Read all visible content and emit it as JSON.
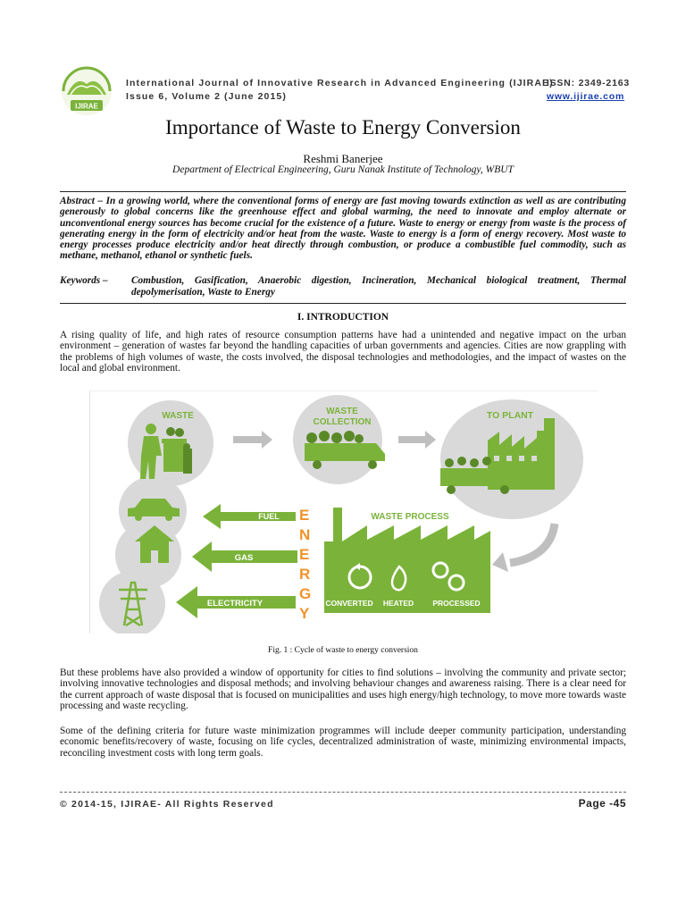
{
  "header": {
    "logo_text": "IJIRAE",
    "journal_name": "International Journal of Innovative Research in Advanced Engineering (IJIRAE)",
    "issue": "Issue 6, Volume 2 (June 2015)",
    "issn": "ISSN: 2349-2163",
    "website": "www.ijirae.com"
  },
  "paper": {
    "title": "Importance of Waste to Energy Conversion",
    "author": "Reshmi Banerjee",
    "affiliation": "Department of Electrical Engineering, Guru Nanak Institute of Technology, WBUT",
    "abstract": "Abstract – In a growing world, where the conventional forms of energy are fast moving towards extinction as well as are contributing generously to global concerns like the greenhouse effect and global warming, the need to innovate and employ alternate or unconventional energy sources has become crucial for the existence of a future. Waste to energy or energy from waste is the process of generating energy in the form of electricity and/or heat from the waste. Waste to energy is a form of energy recovery. Most waste to energy processes produce electricity and/or heat directly through combustion, or produce a combustible fuel commodity, such as methane, methanol, ethanol or synthetic fuels.",
    "keywords_label": "Keywords –",
    "keywords": "Combustion, Gasification, Anaerobic digestion, Incineration, Mechanical biological treatment, Thermal depolymerisation, Waste to Energy"
  },
  "section1": {
    "heading": "I. INTRODUCTION",
    "para1": "A rising quality of life, and high rates of resource consumption patterns have had a unintended and negative impact on the urban environment – generation of wastes far beyond the handling capacities of urban governments and agencies. Cities are now grappling with the problems of high volumes of waste, the costs involved, the disposal technologies and methodologies, and the impact of wastes on the local and global environment.",
    "para2": "But these problems have also provided a window of opportunity for cities to find solutions – involving the community and private sector; involving innovative technologies and disposal methods; and involving behaviour changes and awareness raising. There is a clear need for the current approach of waste disposal that is focused on municipalities and uses high energy/high technology, to move more towards waste processing and waste recycling.",
    "para3": "Some of the defining criteria for future waste minimization programmes will include deeper community participation, understanding economic benefits/recovery of waste, focusing on life cycles, decentralized administration of waste, minimizing environmental impacts, reconciling investment costs with long term goals."
  },
  "figure": {
    "caption": "Fig. 1 : Cycle of waste to energy conversion",
    "labels": {
      "waste": "WASTE",
      "collection_1": "WASTE",
      "collection_2": "COLLECTION",
      "to_plant": "TO PLANT",
      "waste_process": "WASTE PROCESS",
      "fuel": "FUEL",
      "gas": "GAS",
      "electricity": "ELECTRICITY",
      "energy_letters": [
        "E",
        "N",
        "E",
        "R",
        "G",
        "Y"
      ],
      "converted": "CONVERTED",
      "heated": "HEATED",
      "processed": "PROCESSED"
    },
    "colors": {
      "green": "#7bb33a",
      "circle": "#d9d9d9",
      "arrow": "#bfbfbf",
      "energy": "#f0932b"
    }
  },
  "footer": {
    "copyright": "© 2014-15, IJIRAE- All Rights Reserved",
    "page": "Page -45"
  }
}
